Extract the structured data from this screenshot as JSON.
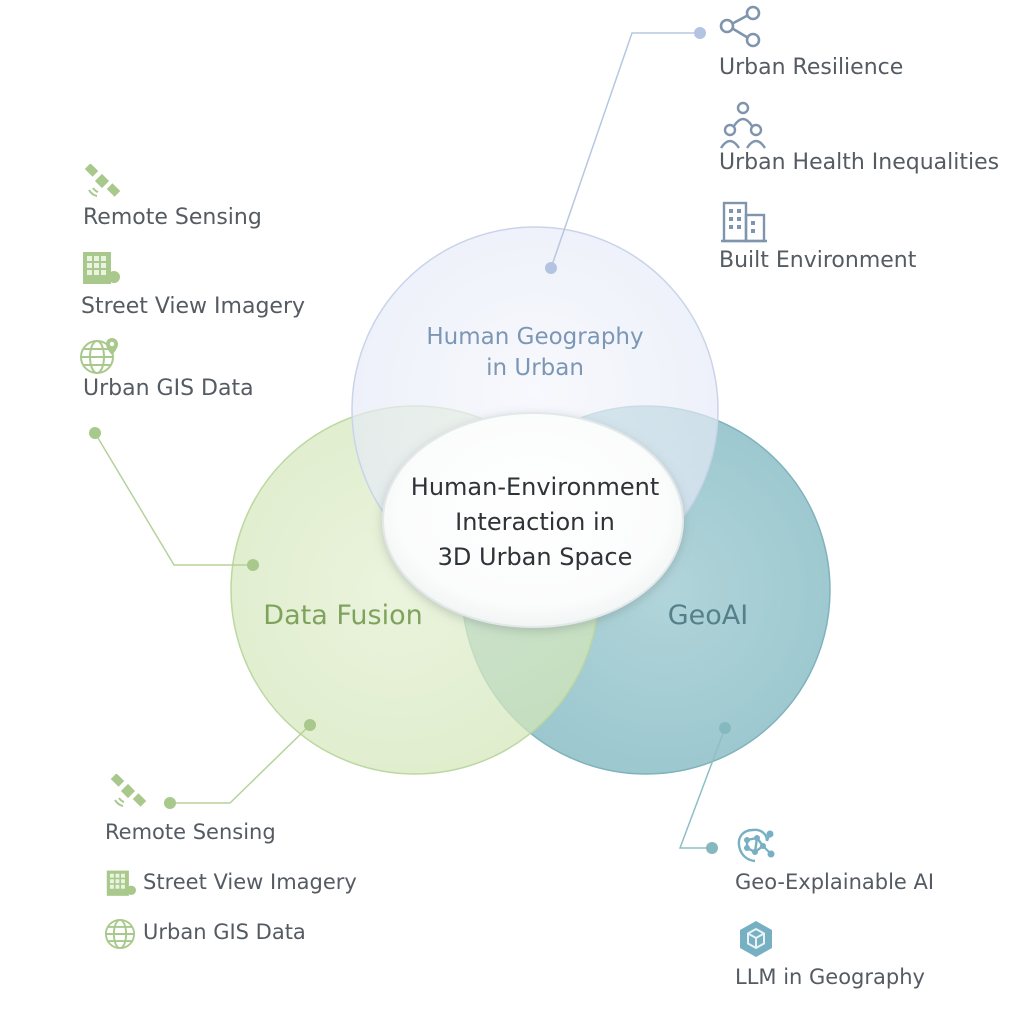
{
  "diagram": {
    "center": {
      "line1": "Human-Environment",
      "line2": "Interaction in",
      "line3": "3D Urban Space"
    },
    "circles": {
      "human_geography": {
        "line1": "Human Geography",
        "line2": "in Urban",
        "color": "#7c97b6"
      },
      "data_fusion": {
        "label": "Data Fusion",
        "color": "#7fa35d"
      },
      "geoai": {
        "label": "GeoAI",
        "color": "#55808a"
      }
    },
    "top_right_items": [
      {
        "label": "Urban Resilience",
        "icon": "network-share-icon"
      },
      {
        "label": "Urban Health Inequalities",
        "icon": "people-group-icon"
      },
      {
        "label": "Built Environment",
        "icon": "building-icon"
      }
    ],
    "top_left_items": [
      {
        "label": "Remote Sensing",
        "icon": "satellite-icon"
      },
      {
        "label": "Street View Imagery",
        "icon": "street-view-grid-icon"
      },
      {
        "label": "Urban GIS Data",
        "icon": "globe-pin-icon"
      }
    ],
    "bottom_left_items": [
      {
        "label": "Remote Sensing",
        "icon": "satellite-icon"
      },
      {
        "label": "Street View Imagery",
        "icon": "street-view-grid-icon"
      },
      {
        "label": "Urban GIS Data",
        "icon": "globe-icon"
      }
    ],
    "bottom_right_items": [
      {
        "label": "Geo-Explainable AI",
        "icon": "ai-brain-network-icon"
      },
      {
        "label": "LLM in Geography",
        "icon": "cube-icon"
      }
    ]
  }
}
